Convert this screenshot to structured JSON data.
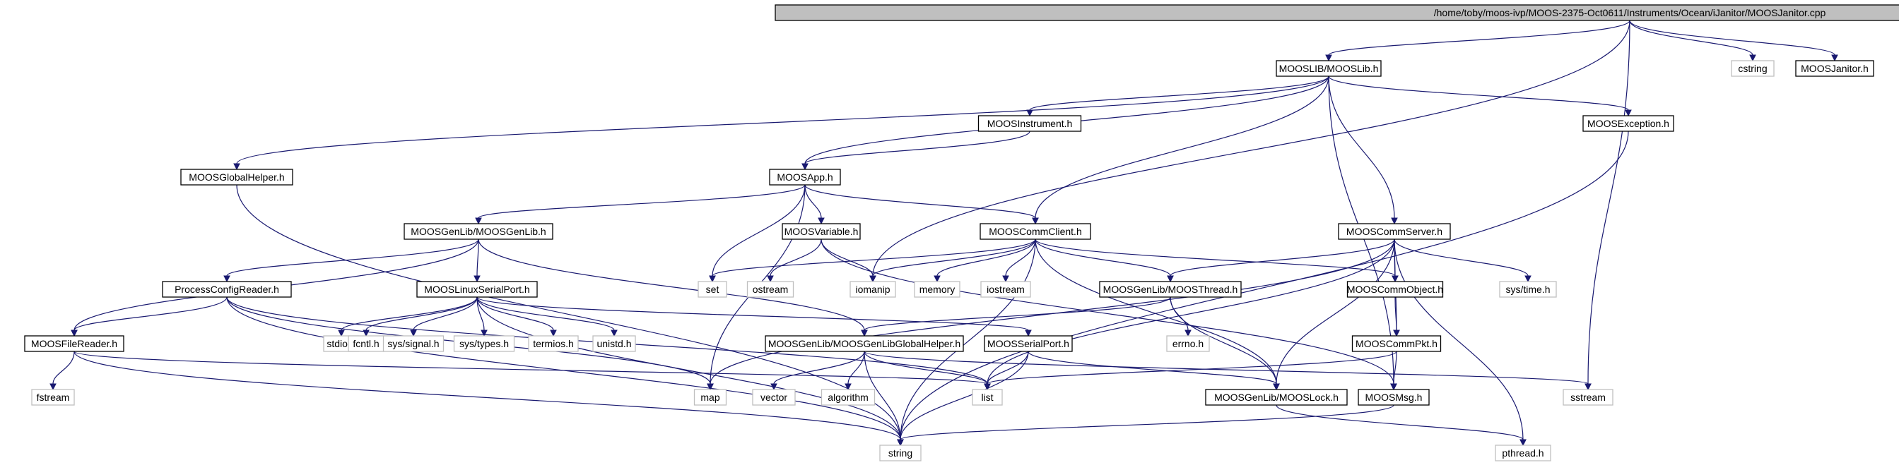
{
  "colors": {
    "edge": "#191970",
    "root_fill": "#bfbfbf",
    "node_border": "#000000",
    "system_border": "#bfbfbf",
    "fill": "#ffffff"
  },
  "nodes": [
    {
      "id": "root",
      "label": "/home/toby/moos-ivp/MOOS-2375-Oct0611/Instruments/Ocean/iJanitor/MOOSJanitor.cpp",
      "kind": "root"
    },
    {
      "id": "moosliblib",
      "label": "MOOSLIB/MOOSLib.h",
      "kind": "local"
    },
    {
      "id": "cstring",
      "label": "cstring",
      "kind": "system"
    },
    {
      "id": "moosjanitor",
      "label": "MOOSJanitor.h",
      "kind": "local"
    },
    {
      "id": "moosinstrument",
      "label": "MOOSInstrument.h",
      "kind": "local"
    },
    {
      "id": "moosexception",
      "label": "MOOSException.h",
      "kind": "local"
    },
    {
      "id": "moosglobalhelper",
      "label": "MOOSGlobalHelper.h",
      "kind": "local"
    },
    {
      "id": "moosapp",
      "label": "MOOSApp.h",
      "kind": "local"
    },
    {
      "id": "moosgenlib",
      "label": "MOOSGenLib/MOOSGenLib.h",
      "kind": "local"
    },
    {
      "id": "moosvariable",
      "label": "MOOSVariable.h",
      "kind": "local"
    },
    {
      "id": "mooscommclient",
      "label": "MOOSCommClient.h",
      "kind": "local"
    },
    {
      "id": "mooscommserver",
      "label": "MOOSCommServer.h",
      "kind": "local"
    },
    {
      "id": "processconfigreader",
      "label": "ProcessConfigReader.h",
      "kind": "local"
    },
    {
      "id": "mooslinuxserialport",
      "label": "MOOSLinuxSerialPort.h",
      "kind": "local"
    },
    {
      "id": "set",
      "label": "set",
      "kind": "system"
    },
    {
      "id": "ostream",
      "label": "ostream",
      "kind": "system"
    },
    {
      "id": "iomanip",
      "label": "iomanip",
      "kind": "system"
    },
    {
      "id": "memory",
      "label": "memory",
      "kind": "system"
    },
    {
      "id": "iostream",
      "label": "iostream",
      "kind": "system"
    },
    {
      "id": "moosthread",
      "label": "MOOSGenLib/MOOSThread.h",
      "kind": "local"
    },
    {
      "id": "mooscommobject",
      "label": "MOOSCommObject.h",
      "kind": "local"
    },
    {
      "id": "systime",
      "label": "sys/time.h",
      "kind": "system"
    },
    {
      "id": "moosfilereader",
      "label": "MOOSFileReader.h",
      "kind": "local"
    },
    {
      "id": "stdio",
      "label": "stdio.h",
      "kind": "system"
    },
    {
      "id": "fcntl",
      "label": "fcntl.h",
      "kind": "system"
    },
    {
      "id": "syssignal",
      "label": "sys/signal.h",
      "kind": "system"
    },
    {
      "id": "systypes",
      "label": "sys/types.h",
      "kind": "system"
    },
    {
      "id": "termios",
      "label": "termios.h",
      "kind": "system"
    },
    {
      "id": "unistd",
      "label": "unistd.h",
      "kind": "system"
    },
    {
      "id": "errno",
      "label": "errno.h",
      "kind": "system"
    },
    {
      "id": "moosgenlibglobalhelper",
      "label": "MOOSGenLib/MOOSGenLibGlobalHelper.h",
      "kind": "local"
    },
    {
      "id": "mooserialport",
      "label": "MOOSSerialPort.h",
      "kind": "local"
    },
    {
      "id": "mooscommpkt",
      "label": "MOOSCommPkt.h",
      "kind": "local"
    },
    {
      "id": "fstream",
      "label": "fstream",
      "kind": "system"
    },
    {
      "id": "map",
      "label": "map",
      "kind": "system"
    },
    {
      "id": "vector",
      "label": "vector",
      "kind": "system"
    },
    {
      "id": "algorithm",
      "label": "algorithm",
      "kind": "system"
    },
    {
      "id": "list",
      "label": "list",
      "kind": "system"
    },
    {
      "id": "mooslock",
      "label": "MOOSGenLib/MOOSLock.h",
      "kind": "local"
    },
    {
      "id": "moosmsg",
      "label": "MOOSMsg.h",
      "kind": "local"
    },
    {
      "id": "sstream",
      "label": "sstream",
      "kind": "system"
    },
    {
      "id": "string",
      "label": "string",
      "kind": "system"
    },
    {
      "id": "pthread",
      "label": "pthread.h",
      "kind": "system"
    }
  ],
  "edges": [
    [
      "root",
      "moosliblib"
    ],
    [
      "root",
      "cstring"
    ],
    [
      "root",
      "moosjanitor"
    ],
    [
      "root",
      "iomanip"
    ],
    [
      "root",
      "sstream"
    ],
    [
      "moosliblib",
      "moosinstrument"
    ],
    [
      "moosliblib",
      "moosexception"
    ],
    [
      "moosliblib",
      "moosglobalhelper"
    ],
    [
      "moosliblib",
      "moosapp"
    ],
    [
      "moosliblib",
      "mooscommclient"
    ],
    [
      "moosliblib",
      "mooscommserver"
    ],
    [
      "moosliblib",
      "moosmsg"
    ],
    [
      "moosinstrument",
      "moosapp"
    ],
    [
      "moosexception",
      "string"
    ],
    [
      "moosglobalhelper",
      "string"
    ],
    [
      "moosapp",
      "moosgenlib"
    ],
    [
      "moosapp",
      "moosvariable"
    ],
    [
      "moosapp",
      "mooscommclient"
    ],
    [
      "moosapp",
      "set"
    ],
    [
      "moosapp",
      "map"
    ],
    [
      "moosgenlib",
      "processconfigreader"
    ],
    [
      "moosgenlib",
      "mooslinuxserialport"
    ],
    [
      "moosgenlib",
      "moosfilereader"
    ],
    [
      "moosgenlib",
      "moosgenlibglobalhelper"
    ],
    [
      "moosvariable",
      "ostream"
    ],
    [
      "moosvariable",
      "iomanip"
    ],
    [
      "moosvariable",
      "moosmsg"
    ],
    [
      "mooscommclient",
      "set"
    ],
    [
      "mooscommclient",
      "iomanip"
    ],
    [
      "mooscommclient",
      "memory"
    ],
    [
      "mooscommclient",
      "iostream"
    ],
    [
      "mooscommclient",
      "moosthread"
    ],
    [
      "mooscommclient",
      "mooscommobject"
    ],
    [
      "mooscommclient",
      "mooslock"
    ],
    [
      "mooscommclient",
      "string"
    ],
    [
      "mooscommserver",
      "moosthread"
    ],
    [
      "mooscommserver",
      "mooscommobject"
    ],
    [
      "mooscommserver",
      "mooscommpkt"
    ],
    [
      "mooscommserver",
      "systime"
    ],
    [
      "mooscommserver",
      "map"
    ],
    [
      "mooscommserver",
      "list"
    ],
    [
      "mooscommserver",
      "mooslock"
    ],
    [
      "mooscommserver",
      "pthread"
    ],
    [
      "processconfigreader",
      "moosfilereader"
    ],
    [
      "processconfigreader",
      "map"
    ],
    [
      "processconfigreader",
      "list"
    ],
    [
      "processconfigreader",
      "string"
    ],
    [
      "mooslinuxserialport",
      "stdio"
    ],
    [
      "mooslinuxserialport",
      "fcntl"
    ],
    [
      "mooslinuxserialport",
      "syssignal"
    ],
    [
      "mooslinuxserialport",
      "systypes"
    ],
    [
      "mooslinuxserialport",
      "termios"
    ],
    [
      "mooslinuxserialport",
      "unistd"
    ],
    [
      "mooslinuxserialport",
      "mooserialport"
    ],
    [
      "mooslinuxserialport",
      "string"
    ],
    [
      "moosthread",
      "errno"
    ],
    [
      "moosthread",
      "mooslock"
    ],
    [
      "moosthread",
      "moosgenlibglobalhelper"
    ],
    [
      "mooscommobject",
      "mooscommpkt"
    ],
    [
      "mooscommpkt",
      "moosmsg"
    ],
    [
      "mooscommpkt",
      "list"
    ],
    [
      "moosfilereader",
      "fstream"
    ],
    [
      "moosfilereader",
      "string"
    ],
    [
      "moosfilereader",
      "list"
    ],
    [
      "moosgenlibglobalhelper",
      "vector"
    ],
    [
      "moosgenlibglobalhelper",
      "algorithm"
    ],
    [
      "moosgenlibglobalhelper",
      "list"
    ],
    [
      "moosgenlibglobalhelper",
      "string"
    ],
    [
      "moosgenlibglobalhelper",
      "sstream"
    ],
    [
      "mooserialport",
      "list"
    ],
    [
      "mooserialport",
      "string"
    ],
    [
      "mooserialport",
      "mooslock"
    ],
    [
      "mooslock",
      "pthread"
    ],
    [
      "moosmsg",
      "string"
    ]
  ]
}
